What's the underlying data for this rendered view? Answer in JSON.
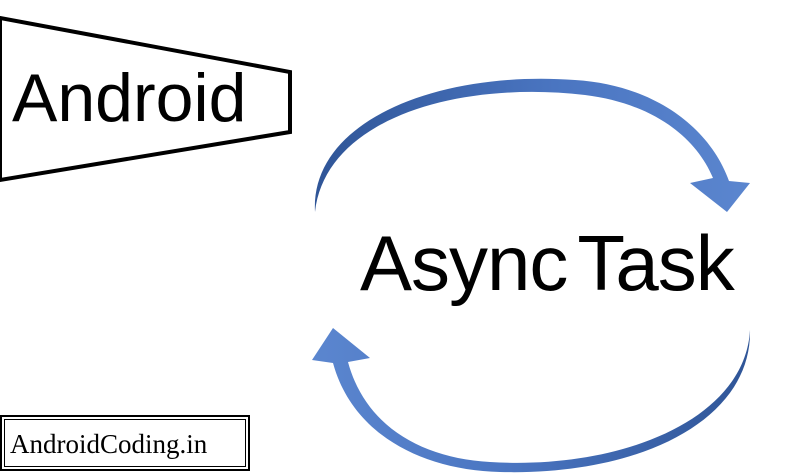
{
  "android_label": "Android",
  "asynctask_label": {
    "part1": "Async",
    "part2": "Task"
  },
  "watermark": "AndroidCoding.in",
  "colors": {
    "arrow_dark": "#2f5597",
    "arrow_light": "#5b86cf",
    "outline": "#000000",
    "background": "#ffffff"
  },
  "icons": {
    "cycle": "circular-arrows-icon"
  }
}
